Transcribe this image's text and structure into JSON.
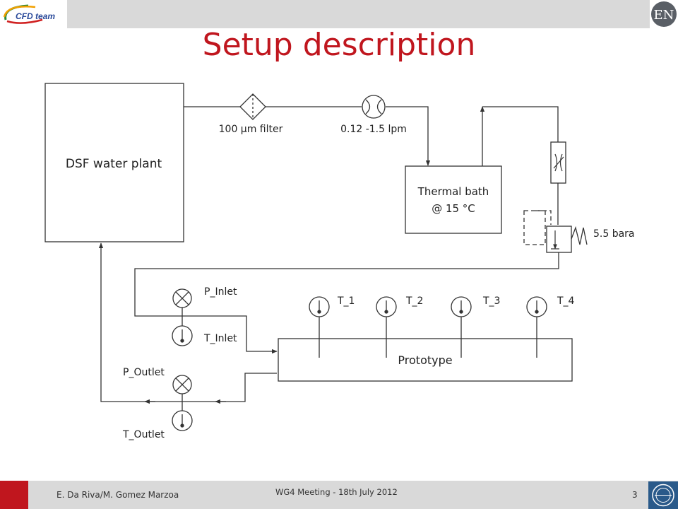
{
  "header": {
    "logo_text": "CFD team",
    "badge_text": "EN"
  },
  "title": "Setup description",
  "diagram": {
    "plant_label": "DSF water plant",
    "filter_label": "100 µm filter",
    "flow_label": "0.12 -1.5 lpm",
    "bath_line1": "Thermal bath",
    "bath_line2": "@ 15 °C",
    "pressure_label": "5.5 bara",
    "p_inlet": "P_Inlet",
    "t_inlet": "T_Inlet",
    "p_outlet": "P_Outlet",
    "t_outlet": "T_Outlet",
    "prototype": "Prototype",
    "t1": "T_1",
    "t2": "T_2",
    "t3": "T_3",
    "t4": "T_4"
  },
  "footer": {
    "authors": "E. Da Riva/M. Gomez Marzoa",
    "meeting": "WG4 Meeting - 18th July 2012",
    "page": "3"
  },
  "colors": {
    "title": "#c0161e",
    "bars": "#d9d9d9",
    "accent_red": "#c0161e",
    "line": "#333333"
  }
}
